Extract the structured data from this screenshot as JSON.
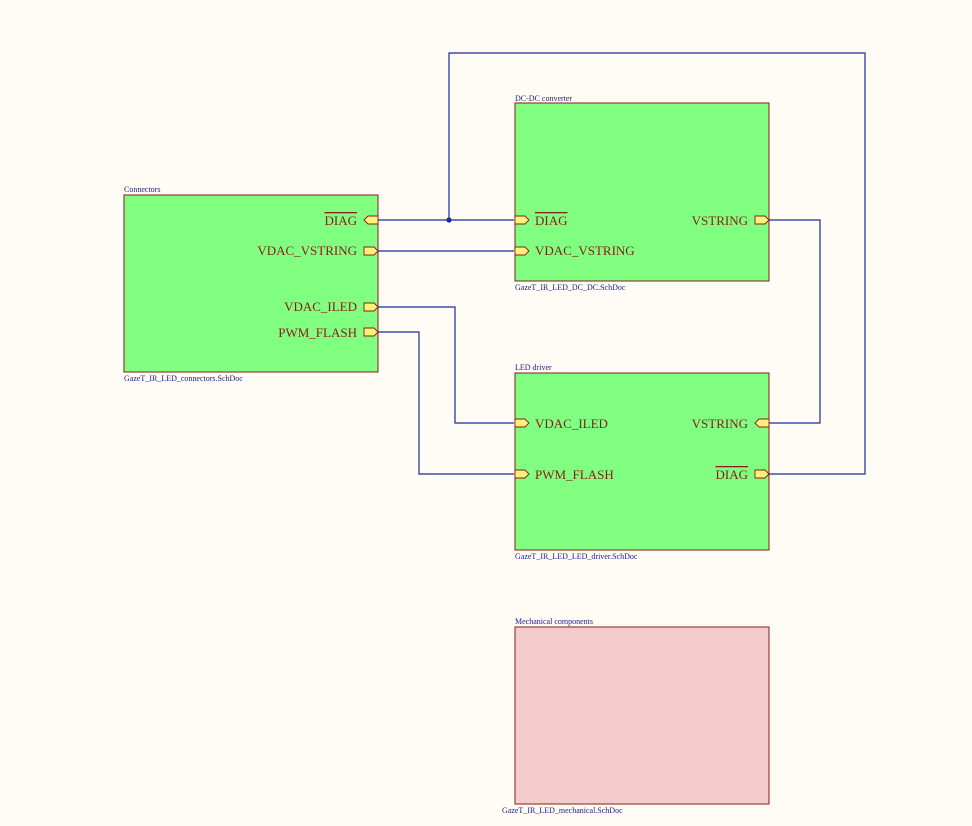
{
  "sheets": {
    "connectors": {
      "title": "Connectors",
      "file": "GazeT_IR_LED_connectors.SchDoc",
      "ports": {
        "diag": "DIAG",
        "vdac_vstring": "VDAC_VSTRING",
        "vdac_iled": "VDAC_ILED",
        "pwm_flash": "PWM_FLASH"
      }
    },
    "dcdc": {
      "title": "DC-DC converter",
      "file": "GazeT_IR_LED_DC_DC.SchDoc",
      "ports": {
        "diag": "DIAG",
        "vdac_vstring": "VDAC_VSTRING",
        "vstring": "VSTRING"
      }
    },
    "led": {
      "title": "LED driver",
      "file": "GazeT_IR_LED_LED_driver.SchDoc",
      "ports": {
        "vdac_iled": "VDAC_ILED",
        "pwm_flash": "PWM_FLASH",
        "vstring": "VSTRING",
        "diag": "DIAG"
      }
    },
    "mech": {
      "title": "Mechanical components",
      "file": "GazeT_IR_LED_mechanical.SchDoc"
    }
  },
  "colors": {
    "background": "#fffcf5",
    "wire": "#1c2a99",
    "sheet_fill": "#80ff80",
    "mech_fill": "#f5cccc",
    "border": "#8b1a1a",
    "port_fill": "#fff27a"
  }
}
